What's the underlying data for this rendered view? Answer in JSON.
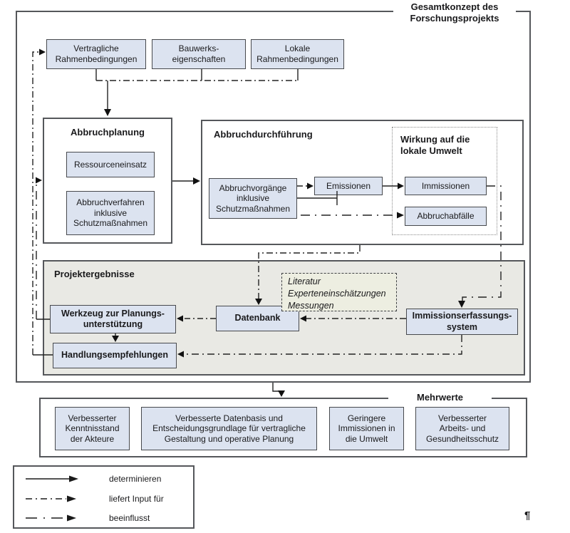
{
  "frame": {
    "title": "Gesamtkonzept des\nForschungsprojekts"
  },
  "inputs": {
    "box1": "Vertragliche\nRahmenbedingungen",
    "box2": "Bauwerks-\neigenschaften",
    "box3": "Lokale\nRahmenbedingungen"
  },
  "planung": {
    "title": "Abbruchplanung",
    "ressourcen": "Ressourceneinsatz",
    "verfahren": "Abbruchverfahren\ninklusive\nSchutzmaßnahmen"
  },
  "durchfuehrung": {
    "title": "Abbruchdurchführung",
    "vorgaenge": "Abbruchvorgänge\ninklusive\nSchutzmaßnahmen",
    "emissionen": "Emissionen"
  },
  "wirkung": {
    "title": "Wirkung auf die\nlokale Umwelt",
    "immissionen": "Immissionen",
    "abfaelle": "Abbruchabfälle"
  },
  "ergebnisse": {
    "title": "Projektergebnisse",
    "werkzeug": "Werkzeug zur Planungs-\nunterstützung",
    "handlungsempfehlungen": "Handlungsempfehlungen",
    "datenbank": "Datenbank",
    "literatur": "Literatur\nExperteneinschätzungen\nMessungen",
    "erfassung": "Immissionserfassungs-\nsystem"
  },
  "mehrwerte": {
    "title": "Mehrwerte",
    "items": [
      "Verbesserter\nKenntnisstand\nder Akteure",
      "Verbesserte Datenbasis und\nEntscheidungsgrundlage für vertragliche\nGestaltung und operative Planung",
      "Geringere\nImmissionen in\ndie Umwelt",
      "Verbesserter\nArbeits- und\nGesundheitsschutz"
    ]
  },
  "legend": {
    "items": [
      {
        "label": "determinieren",
        "style": "solid"
      },
      {
        "label": "liefert Input für",
        "style": "dashdot"
      },
      {
        "label": "beeinflusst",
        "style": "longdash"
      }
    ]
  },
  "pilcrow": "¶",
  "colors": {
    "box_fill": "#dce3f0",
    "panel_fill": "#e9e9e4",
    "note_fill": "#edeee1",
    "border": "#55575b",
    "line": "#222222"
  },
  "edges": [
    {
      "from": "Vertragliche/Bauwerks-/Lokale Rahmenbedingungen",
      "to": "Abbruchplanung",
      "type": "determinieren"
    },
    {
      "from": "Abbruchplanung",
      "to": "Abbruchdurchführung",
      "type": "determinieren"
    },
    {
      "from": "Abbruchvorgänge inklusive Schutzmaßnahmen",
      "to": "Emissionen",
      "type": "liefert Input für"
    },
    {
      "from": "Abbruchvorgänge inklusive Schutzmaßnahmen",
      "to": "Abbruchabfälle",
      "type": "beeinflusst"
    },
    {
      "from": "Emissionen",
      "to": "Immissionen",
      "type": "determinieren"
    },
    {
      "from": "Immissionen",
      "to": "Immissionserfassungssystem",
      "type": "beeinflusst"
    },
    {
      "from": "Abbruchdurchführung",
      "to": "Datenbank",
      "type": "liefert Input für"
    },
    {
      "from": "Literatur/Experteneinschätzungen/Messungen",
      "to": "Datenbank",
      "type": "liefert Input für"
    },
    {
      "from": "Immissionserfassungssystem",
      "to": "Datenbank",
      "type": "liefert Input für"
    },
    {
      "from": "Datenbank",
      "to": "Werkzeug zur Planungsunterstützung",
      "type": "liefert Input für"
    },
    {
      "from": "Werkzeug zur Planungsunterstützung",
      "to": "Handlungsempfehlungen",
      "type": "determinieren"
    },
    {
      "from": "Immissionserfassungssystem",
      "to": "Handlungsempfehlungen",
      "type": "liefert Input für"
    },
    {
      "from": "Werkzeug zur Planungsunterstützung",
      "to": "Abbruchplanung",
      "type": "beeinflusst"
    },
    {
      "from": "Handlungsempfehlungen",
      "to": "Vertragliche Rahmenbedingungen",
      "type": "liefert Input für"
    },
    {
      "from": "Gesamtkonzept des Forschungsprojekts",
      "to": "Mehrwerte",
      "type": "determinieren"
    }
  ]
}
